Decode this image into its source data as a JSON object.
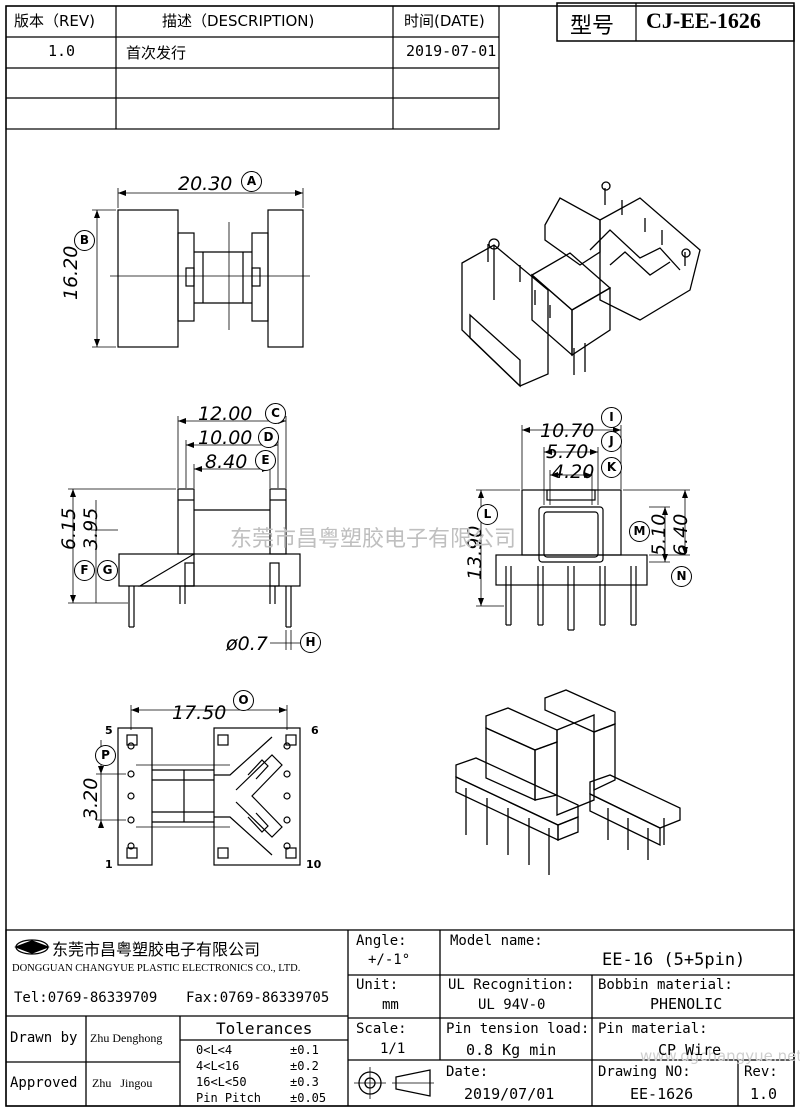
{
  "revision_table": {
    "headers": {
      "rev": "版本（REV)",
      "desc": "描述（DESCRIPTION)",
      "date": "时间(DATE)"
    },
    "rows": [
      {
        "rev": "1.0",
        "desc": "首次发行",
        "date": "2019-07-01"
      },
      {
        "rev": "",
        "desc": "",
        "date": ""
      },
      {
        "rev": "",
        "desc": "",
        "date": ""
      }
    ]
  },
  "model_box": {
    "label": "型号",
    "value": "CJ-EE-1626"
  },
  "dimensions": {
    "A": {
      "letter": "A",
      "value": "20.30"
    },
    "B": {
      "letter": "B",
      "value": "16.20"
    },
    "C": {
      "letter": "C",
      "value": "12.00"
    },
    "D": {
      "letter": "D",
      "value": "10.00"
    },
    "E": {
      "letter": "E",
      "value": "8.40"
    },
    "F": {
      "letter": "F",
      "value": "6.15"
    },
    "G": {
      "letter": "G",
      "value": "3.95"
    },
    "H": {
      "letter": "H",
      "value": "ø0.7"
    },
    "I": {
      "letter": "I",
      "value": "10.70"
    },
    "J": {
      "letter": "J",
      "value": "5.70"
    },
    "K": {
      "letter": "K",
      "value": "4.20"
    },
    "L": {
      "letter": "L",
      "value": "13.90"
    },
    "M": {
      "letter": "M",
      "value": "5.10"
    },
    "N": {
      "letter": "N",
      "value": "6.40"
    },
    "O": {
      "letter": "O",
      "value": "17.50"
    },
    "P": {
      "letter": "P",
      "value": "3.20"
    }
  },
  "pin_numbers": {
    "p5": "5",
    "p6": "6",
    "p1": "1",
    "p10": "10"
  },
  "watermarks": {
    "chinese": "东莞市昌粤塑胶电子有限公司",
    "url": "www.dgchangyue.net"
  },
  "title_block": {
    "company_cn": "东莞市昌粤塑胶电子有限公司",
    "company_en": "DONGGUAN CHANGYUE PLASTIC ELECTRONICS CO., LTD.",
    "tel": "Tel:0769-86339709",
    "fax": "Fax:0769-86339705",
    "angle_label": "Angle:",
    "angle_value": "+/-1°",
    "unit_label": "Unit:",
    "unit_value": "mm",
    "scale_label": "Scale:",
    "scale_value": "1/1",
    "model_name_label": "Model name:",
    "model_name_value": "EE-16 (5+5pin)",
    "ul_label": "UL Recognition:",
    "ul_value": "UL 94V-0",
    "bobbin_label": "Bobbin material:",
    "bobbin_value": "PHENOLIC",
    "tension_label": "Pin tension load:",
    "tension_value": "0.8 Kg min",
    "pin_material_label": "Pin material:",
    "pin_material_value": "CP Wire",
    "date_label": "Date:",
    "date_value": "2019/07/01",
    "drawing_no_label": "Drawing NO:",
    "drawing_no_value": "EE-1626",
    "rev_label": "Rev:",
    "rev_value": "1.0",
    "drawn_by_label": "Drawn by",
    "drawn_by_value": "Zhu Denghong",
    "approved_label": "Approved",
    "approved_value": "Zhu   Jingou",
    "tolerances_title": "Tolerances",
    "tolerances": [
      {
        "range": "0<L<4",
        "value": "±0.1"
      },
      {
        "range": "4<L<16",
        "value": "±0.2"
      },
      {
        "range": "16<L<50",
        "value": "±0.3"
      },
      {
        "range": "Pin Pitch",
        "value": "±0.05"
      }
    ]
  }
}
